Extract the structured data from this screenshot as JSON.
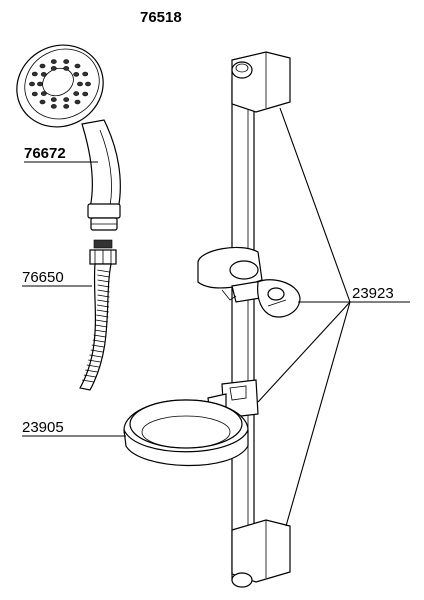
{
  "diagram": {
    "title": "76518",
    "parts": {
      "hand_shower": "76672",
      "hose": "76650",
      "soap_dish": "23905",
      "rail_fittings": "23923"
    }
  }
}
